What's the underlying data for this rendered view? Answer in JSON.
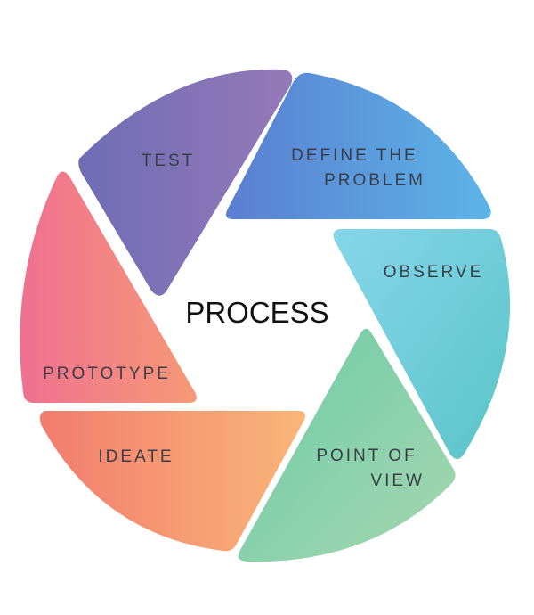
{
  "center_label": "PROCESS",
  "segments": [
    {
      "id": "test",
      "lines": [
        "TEST"
      ],
      "colors": [
        "#6f6db5",
        "#9579b8"
      ]
    },
    {
      "id": "define-the-problem",
      "lines": [
        "DEFINE THE",
        "PROBLEM"
      ],
      "colors": [
        "#5a7fd0",
        "#5cb4e8"
      ]
    },
    {
      "id": "observe",
      "lines": [
        "OBSERVE"
      ],
      "colors": [
        "#86d6ea",
        "#5bc4c7"
      ]
    },
    {
      "id": "point-of-view",
      "lines": [
        "POINT OF",
        "VIEW"
      ],
      "colors": [
        "#6ccba8",
        "#a6d7b0"
      ]
    },
    {
      "id": "ideate",
      "lines": [
        "IDEATE"
      ],
      "colors": [
        "#f27c6e",
        "#f9b678"
      ]
    },
    {
      "id": "prototype",
      "lines": [
        "PROTOTYPE"
      ],
      "colors": [
        "#f07090",
        "#f59a76"
      ]
    }
  ]
}
